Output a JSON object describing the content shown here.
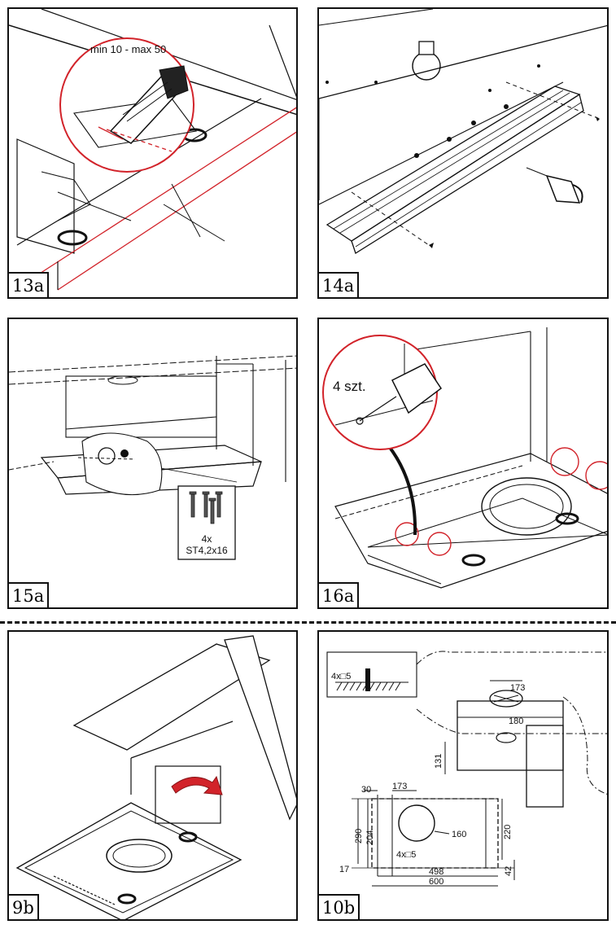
{
  "panels": {
    "p13a": {
      "label": "13a",
      "dimension_note": "min 10 - max 50"
    },
    "p14a": {
      "label": "14a"
    },
    "p15a": {
      "label": "15a",
      "screw_count": "4x",
      "screw_type": "ST4,2x16"
    },
    "p16a": {
      "label": "16a",
      "count_note": "4 szt."
    },
    "p9b": {
      "label": "9b"
    },
    "p10b": {
      "label": "10b",
      "screw_top": "4x□5",
      "dim_173_top": "173",
      "dim_180": "180",
      "dim_131": "131",
      "dim_30": "30",
      "dim_173": "173",
      "dim_290": "290",
      "dim_204": "204",
      "dim_160": "160",
      "dim_220": "220",
      "screw_bottom": "4x□5",
      "dim_17": "17",
      "dim_498": "498",
      "dim_600": "600",
      "dim_42": "42"
    }
  },
  "colors": {
    "accent_red": "#d2232a",
    "line": "#111111"
  }
}
